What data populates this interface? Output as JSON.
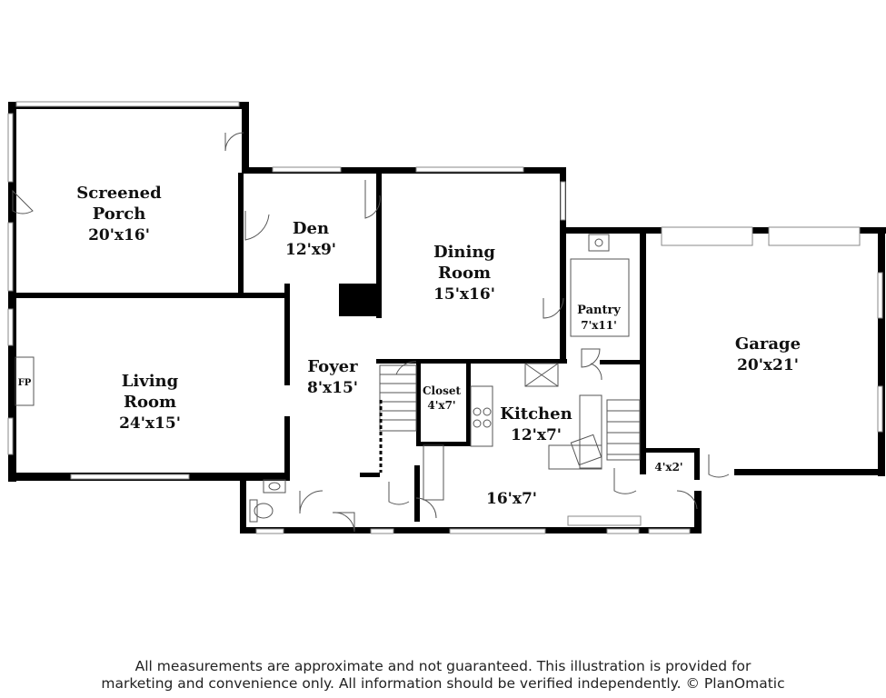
{
  "rooms": {
    "screened_porch": {
      "name_line1": "Screened",
      "name_line2": "Porch",
      "dims": "20'x16'"
    },
    "den": {
      "name": "Den",
      "dims": "12'x9'"
    },
    "dining_room": {
      "name_line1": "Dining",
      "name_line2": "Room",
      "dims": "15'x16'"
    },
    "pantry": {
      "name": "Pantry",
      "dims": "7'x11'"
    },
    "garage": {
      "name": "Garage",
      "dims": "20'x21'"
    },
    "living_room": {
      "name_line1": "Living",
      "name_line2": "Room",
      "dims": "24'x15'"
    },
    "fireplace": {
      "label": "FP"
    },
    "foyer": {
      "name": "Foyer",
      "dims": "8'x15'"
    },
    "closet": {
      "name": "Closet",
      "dims": "4'x7'"
    },
    "kitchen": {
      "name": "Kitchen",
      "dims": "12'x7'"
    },
    "mudroom": {
      "dims": "16'x7'"
    },
    "storage": {
      "dims": "4'x2'"
    }
  },
  "disclaimer": {
    "line1": "All measurements are approximate and not guaranteed. This illustration is provided for",
    "line2": "marketing and convenience only. All information should be verified independently. © PlanOmatic"
  }
}
